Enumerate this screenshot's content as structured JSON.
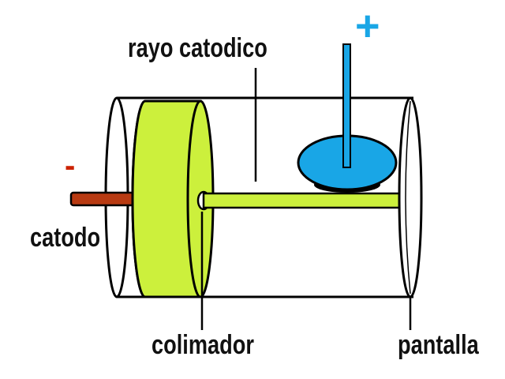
{
  "labels": {
    "rayo": "rayo catodico",
    "catodo": "catodo",
    "colimador": "colimador",
    "pantalla": "pantalla"
  },
  "signs": {
    "plus": "+",
    "minus": "-"
  },
  "colors": {
    "outline": "#000000",
    "cathode": "#b83a12",
    "collimator": "#ccf03c",
    "beam": "#ccf03c",
    "anode_plate": "#19a6e6",
    "plus_sign": "#19a6e6",
    "minus_sign": "#cc2200",
    "screen": "#ffffff"
  }
}
